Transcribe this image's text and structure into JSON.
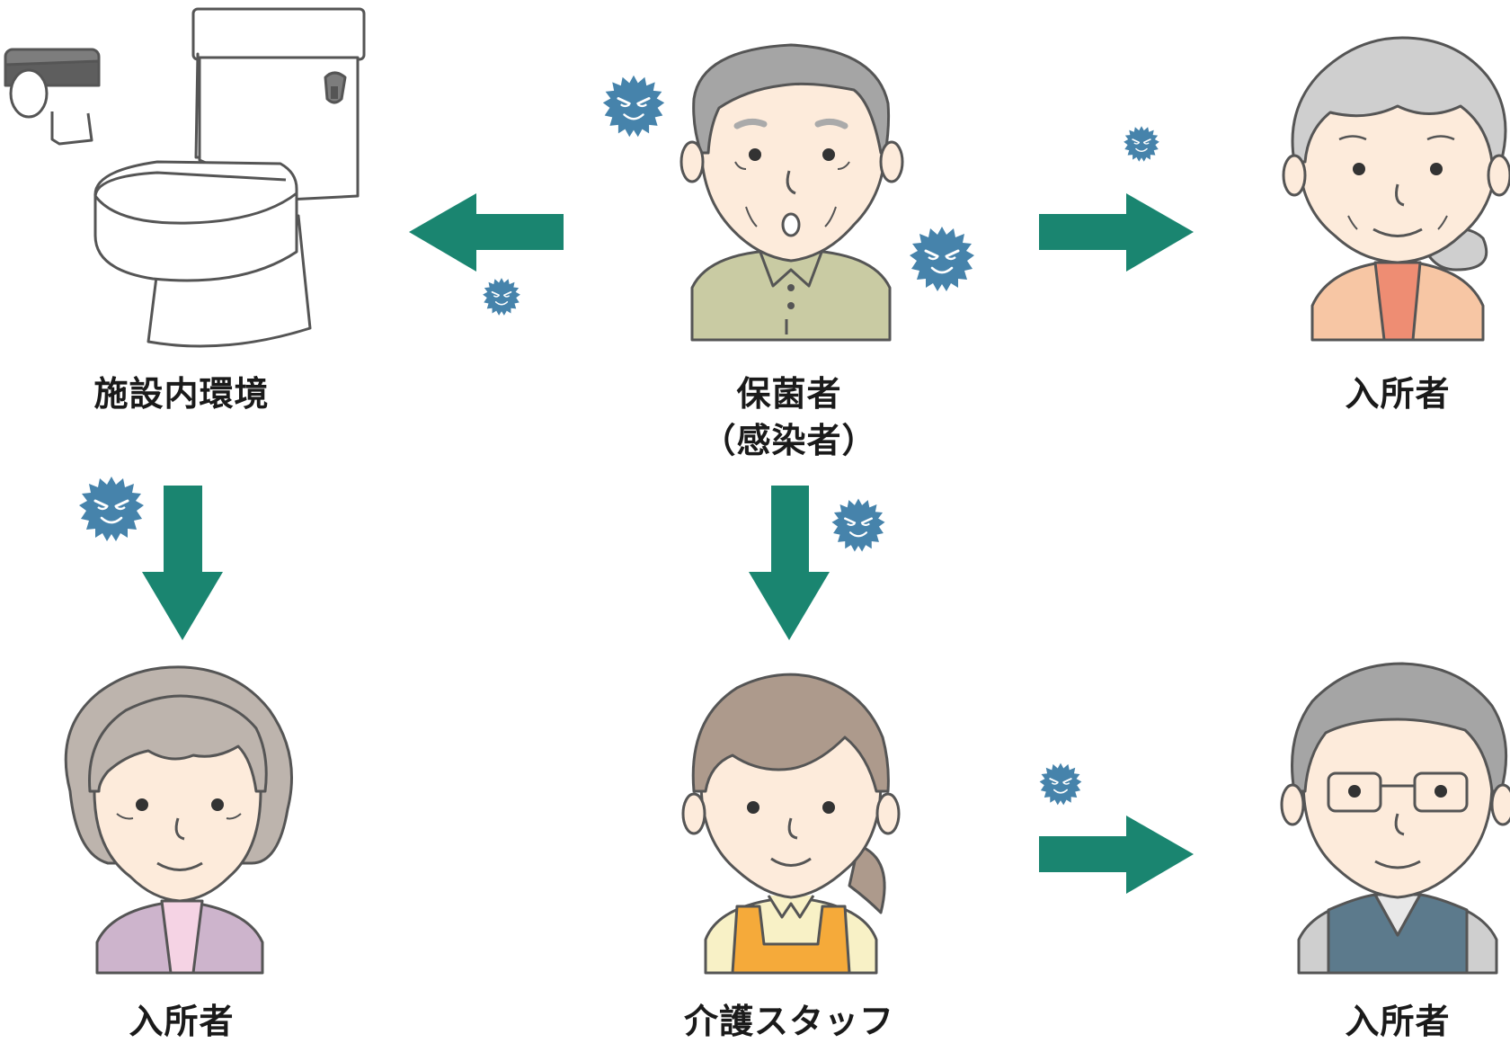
{
  "nodes": {
    "environment": {
      "label": "施設内環境"
    },
    "carrier": {
      "line1": "保菌者",
      "line2": "（感染者）"
    },
    "resident_top_right": {
      "label": "入所者"
    },
    "resident_bottom_left": {
      "label": "入所者"
    },
    "care_staff": {
      "label": "介護スタッフ"
    },
    "resident_bottom_right": {
      "label": "入所者"
    }
  },
  "icons": [
    "toilet-icon",
    "toilet-paper-icon",
    "germ-icon",
    "arrow-icon"
  ],
  "colors": {
    "arrow": "#1a8570",
    "germ": "#4683ab",
    "carrier_shirt": "#c9cba3",
    "resident_top_right_cardigan": "#f7c6a4",
    "resident_bottom_left_cardigan": "#cdb4cc",
    "staff_apron": "#f5aa3a",
    "resident_bottom_right_vest": "#5c7a8c"
  }
}
